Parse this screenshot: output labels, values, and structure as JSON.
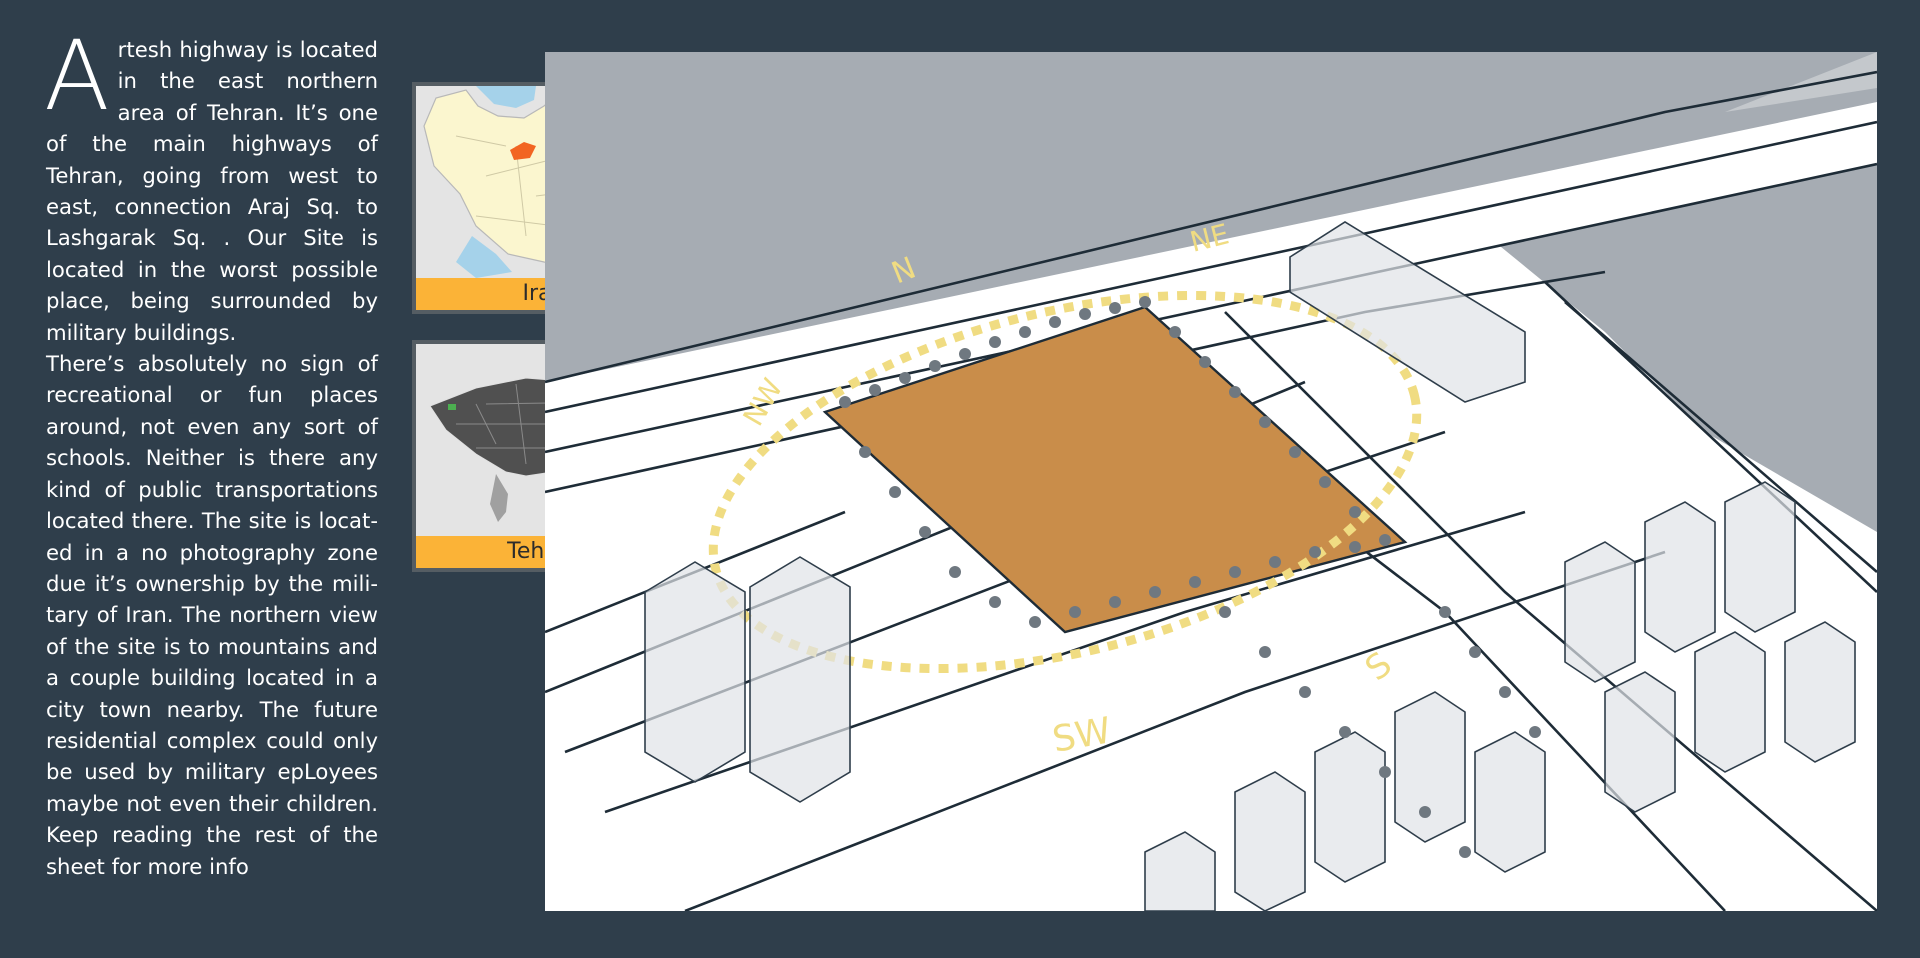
{
  "intro": {
    "drop_cap": "A",
    "paragraph_1_rest": "rtesh highway is located in the east northern area of Tehran. It’s one of the main highways of Tehran, going from west to east, connection Araj Sq. to Lashgarak Sq. . Our Site is located in the worst possible place, being surrounded by mili­tary buildings.",
    "paragraph_2": "There’s absolutely no sign of recreational or fun places around, not even any sort of schools. Neither is there any kind of public transportations located there. The site is locat­ed in a no photography zone due it’s ownership by the mili­tary of Iran. The northern view of the site is to mountains and a couple building located in a city town nearby. The future residential complex could only be used by military epLoyees maybe not even their children. Keep reading the rest of the sheet for more info"
  },
  "maps": {
    "iran": {
      "label": "Iran",
      "highlight_color": "#f26522",
      "land_color": "#fbf6cf",
      "water_color": "#a5d2ea"
    },
    "tehran": {
      "label": "Tehran",
      "highlight_color": "#f26522",
      "district_color": "#505050"
    }
  },
  "site_plan": {
    "compass": {
      "n": "N",
      "ne": "NE",
      "nw": "NW",
      "s": "S",
      "sw": "SW",
      "color": "#f0dc82"
    },
    "site_color": "#c98d4a",
    "mountain_color": "#a6acb3",
    "road_line_color": "#1e2c37"
  }
}
